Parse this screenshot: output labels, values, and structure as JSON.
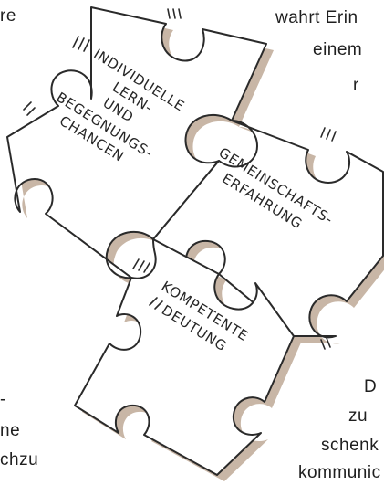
{
  "left_column": {
    "top": "re",
    "bottom_1": "-",
    "bottom_2": "ne",
    "bottom_3": "chzu"
  },
  "right_column": {
    "top_1": "wahrt Erin",
    "top_2": "einem",
    "top_3": "r",
    "bottom_1": "D",
    "bottom_2": "zu",
    "bottom_3": "schenk",
    "bottom_4": "kommunic"
  },
  "puzzle": {
    "piece_1_lines": [
      "INDIVIDUELLE",
      "LERN-",
      "UND",
      "BEGEGNUNGS-",
      "CHANCEN"
    ],
    "piece_2_lines": [
      "GEMEINSCHAFTS-",
      "ERFAHRUNG"
    ],
    "piece_3_lines": [
      "KOMPETENTE",
      "DEUTUNG"
    ]
  },
  "colors": {
    "piece_fill": "#ffffff",
    "piece_outline": "#2a2a2a",
    "piece_shadow": "#c8b6a6"
  }
}
